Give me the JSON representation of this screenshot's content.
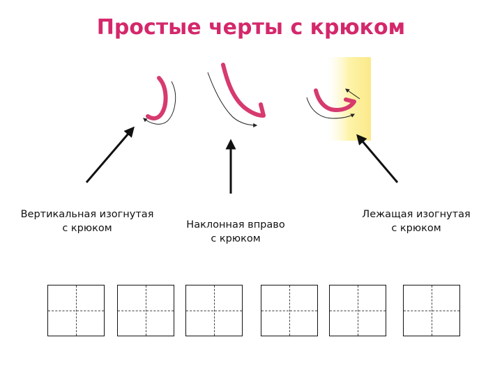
{
  "title": "Простые черты с крюком",
  "colors": {
    "title": "#d4286b",
    "stroke_pink": "#d63a6e",
    "highlight": "#fdf3a8",
    "line": "#111111"
  },
  "strokes": [
    {
      "name": "vertical-curved-hook",
      "label_lines": [
        "Вертикальная изогнутая",
        "с крюком"
      ]
    },
    {
      "name": "slanted-right-hook",
      "label_lines": [
        "Наклонная вправо",
        "с крюком"
      ]
    },
    {
      "name": "lying-curved-hook",
      "label_lines": [
        "Лежащая изогнутая",
        "с крюком"
      ]
    }
  ],
  "practice_cells": 6
}
